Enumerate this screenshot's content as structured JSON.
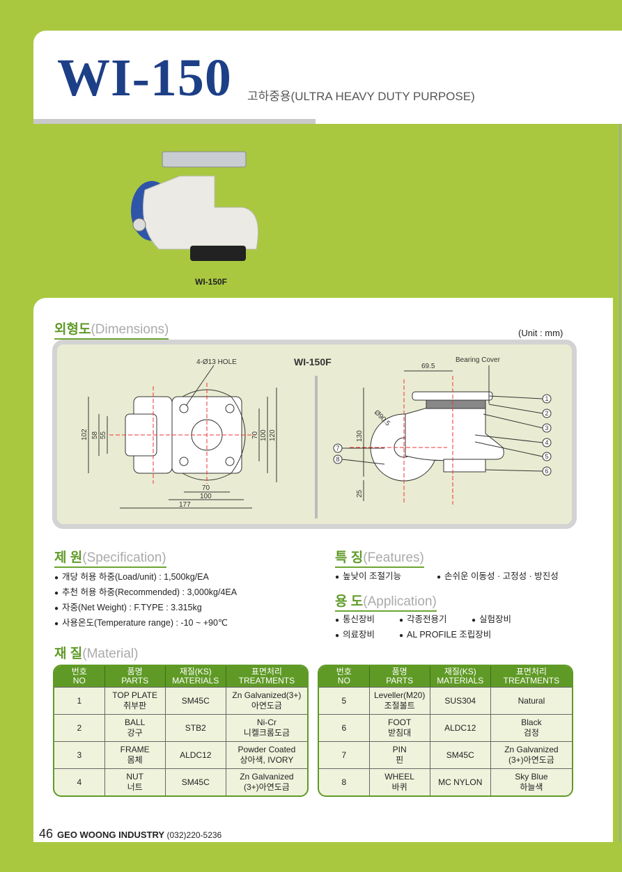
{
  "header": {
    "title": "WI-150",
    "subtitle": "고하중용(ULTRA HEAVY DUTY PURPOSE)"
  },
  "photo": {
    "label": "WI-150F"
  },
  "dimensions": {
    "heading_ko": "외형도",
    "heading_en": "(Dimensions)",
    "unit": "(Unit : mm)",
    "model": "WI-150F",
    "top_view": {
      "hole": "4-Ø13 HOLE",
      "d102": "102",
      "d58": "58",
      "d55": "55",
      "d70v": "70",
      "d100v": "100",
      "d120": "120",
      "d70h": "70",
      "d100h": "100",
      "d177": "177"
    },
    "side_view": {
      "bearing_cover": "Bearing Cover",
      "d695": "69.5",
      "dia": "Ø90.5",
      "d130": "130",
      "d25": "25",
      "callouts": [
        "1",
        "2",
        "3",
        "4",
        "5",
        "6",
        "7",
        "8"
      ]
    }
  },
  "spec": {
    "heading_ko": "제 원",
    "heading_en": "(Specification)",
    "items": [
      "개당 허용 하중(Load/unit) : 1,500kg/EA",
      "추천 허용 하중(Recommended) : 3,000kg/4EA",
      "자중(Net Weight) : F.TYPE : 3.315kg",
      "사용온도(Temperature range) : -10 ~ +90℃"
    ]
  },
  "features": {
    "heading_ko": "특 징",
    "heading_en": "(Features)",
    "items": [
      "높낮이 조절기능",
      "손쉬운 이동성 · 고정성 · 방진성"
    ]
  },
  "application": {
    "heading_ko": "용 도",
    "heading_en": "(Application)",
    "items": [
      "통신장비",
      "각종전용기",
      "실험장비",
      "의료장비",
      "AL PROFILE 조립장비"
    ]
  },
  "material": {
    "heading_ko": "재 질",
    "heading_en": "(Material)",
    "headers": [
      [
        "번호",
        "NO"
      ],
      [
        "품명",
        "PARTS"
      ],
      [
        "재질(KS)",
        "MATERIALS"
      ],
      [
        "표면처리",
        "TREATMENTS"
      ]
    ],
    "left": [
      [
        "1",
        "TOP PLATE",
        "취부판",
        "SM45C",
        "Zn Galvanized(3+)",
        "아연도금"
      ],
      [
        "2",
        "BALL",
        "강구",
        "STB2",
        "Ni-Cr",
        "니켈크롬도금"
      ],
      [
        "3",
        "FRAME",
        "몸체",
        "ALDC12",
        "Powder Coated",
        "상아색, IVORY"
      ],
      [
        "4",
        "NUT",
        "너트",
        "SM45C",
        "Zn Galvanized",
        "(3+)아연도금"
      ]
    ],
    "right": [
      [
        "5",
        "Leveller(M20)",
        "조절볼트",
        "SUS304",
        "Natural",
        ""
      ],
      [
        "6",
        "FOOT",
        "받침대",
        "ALDC12",
        "Black",
        "검정"
      ],
      [
        "7",
        "PIN",
        "핀",
        "SM45C",
        "Zn Galvanized",
        "(3+)아연도금"
      ],
      [
        "8",
        "WHEEL",
        "바퀴",
        "MC NYLON",
        "Sky Blue",
        "하늘색"
      ]
    ]
  },
  "footer": {
    "page": "46",
    "company": "GEO WOONG INDUSTRY",
    "tel": "(032)220-5236"
  },
  "colors": {
    "green": "#a9c840",
    "dark_green": "#5f9a26",
    "navy": "#1d3f87"
  }
}
